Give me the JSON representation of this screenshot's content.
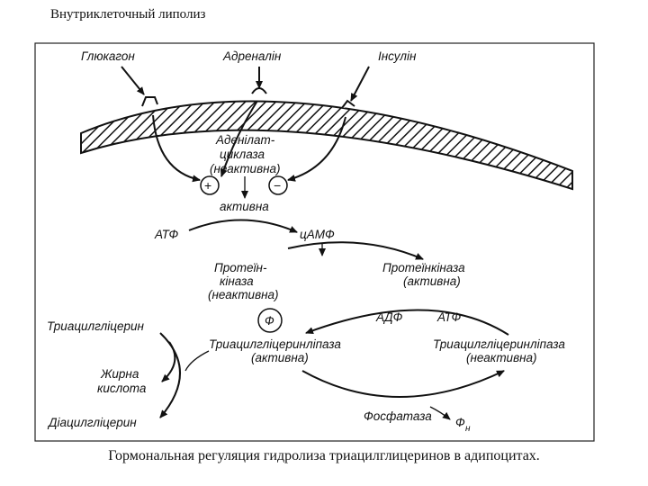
{
  "title": "Внутриклеточный липолиз",
  "caption": "Гормональная регуляция гидролиза триацилглицеринов в адипоцитах.",
  "labels": {
    "glucagon": "Глюкагон",
    "adrenalin": "Адреналін",
    "insulin": "Інсулін",
    "adenylate_cyclase_1": "Аденілат-",
    "adenylate_cyclase_2": "циклаза",
    "adenylate_cyclase_3": "(неактивна)",
    "plus": "+",
    "minus": "−",
    "active": "активна",
    "atp": "АТФ",
    "camp": "цАМФ",
    "protein_kinase_inactive_1": "Протеїн-",
    "protein_kinase_inactive_2": "кіназа",
    "protein_kinase_inactive_3": "(неактивна)",
    "protein_kinase_active_1": "Протеїнкіназа",
    "protein_kinase_active_2": "(активна)",
    "adp": "АДФ",
    "atp2": "АТФ",
    "phosphate": "Ф",
    "triacylglycerol": "Триацилгліцерин",
    "fatty_acid_1": "Жирна",
    "fatty_acid_2": "кислота",
    "diacylglycerol": "Діацилгліцерин",
    "tag_lipase_active_1": "Триацилгліцеринліпаза",
    "tag_lipase_active_2": "(активна)",
    "tag_lipase_inactive_1": "Триацилгліцеринліпаза",
    "tag_lipase_inactive_2": "(неактивна)",
    "phosphatase": "Фосфатаза",
    "phosphate_inorganic": "Ф",
    "phosphate_inorganic_sub": "н"
  }
}
